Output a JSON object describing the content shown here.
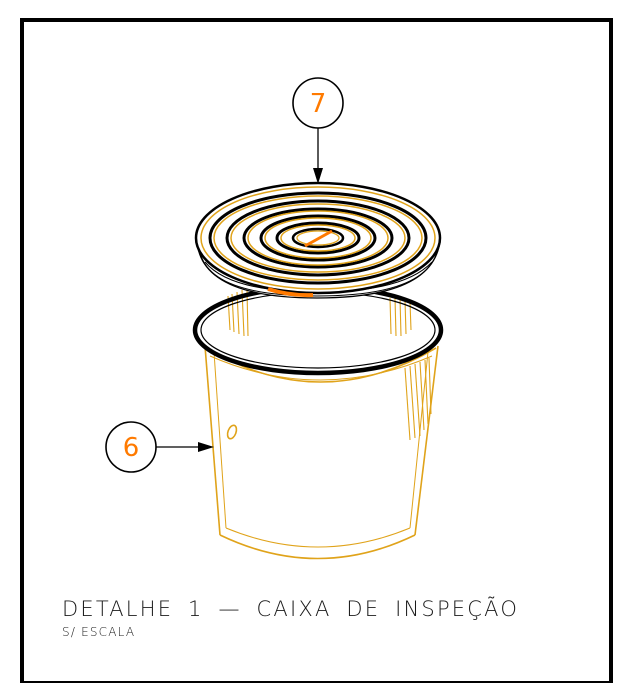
{
  "callouts": [
    {
      "number": "7",
      "target": "tampa (grelha)"
    },
    {
      "number": "6",
      "target": "corpo da caixa"
    }
  ],
  "caption": {
    "title": "DETALHE 1 — CAIXA DE INSPEÇÃO",
    "scale": "S/ ESCALA"
  },
  "colors": {
    "frame": "#000000",
    "body_line": "#e0a31a",
    "callout_number": "#ff7a00",
    "caption_text": "#1a1a1a"
  }
}
